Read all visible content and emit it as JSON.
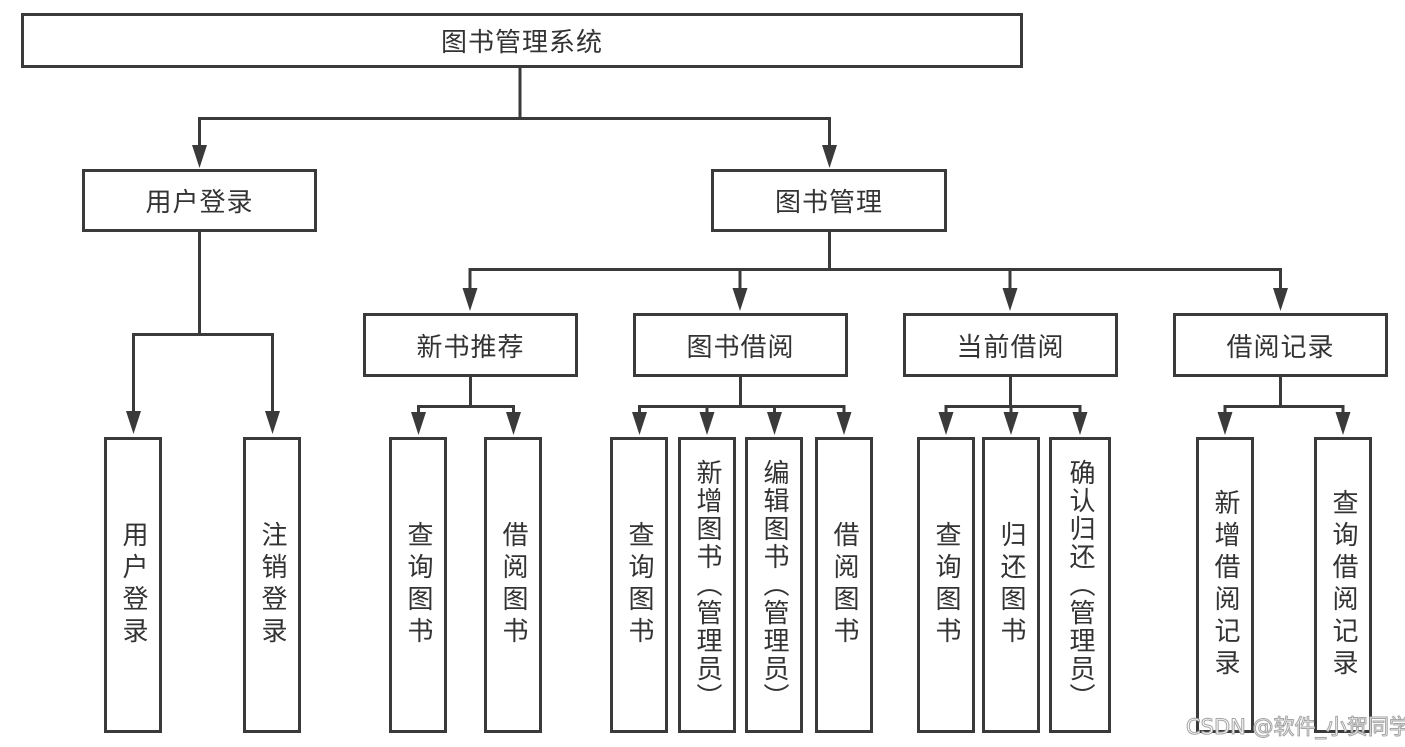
{
  "colors": {
    "line": "#3a3a3a",
    "text": "#333333",
    "background": "#ffffff",
    "watermark_fill": "#ffffff",
    "watermark_stroke": "#a6a6a6"
  },
  "tree": {
    "label": "图书管理系统",
    "children": [
      {
        "label": "用户登录",
        "children": [
          {
            "label": "用户登录"
          },
          {
            "label": "注销登录"
          }
        ]
      },
      {
        "label": "图书管理",
        "children": [
          {
            "label": "新书推荐",
            "children": [
              {
                "label": "查询图书"
              },
              {
                "label": "借阅图书"
              }
            ]
          },
          {
            "label": "图书借阅",
            "children": [
              {
                "label": "查询图书"
              },
              {
                "label": "新增图书（管理员）"
              },
              {
                "label": "编辑图书（管理员）"
              },
              {
                "label": "借阅图书"
              }
            ]
          },
          {
            "label": "当前借阅",
            "children": [
              {
                "label": "查询图书"
              },
              {
                "label": "归还图书"
              },
              {
                "label": "确认归还（管理员）"
              }
            ]
          },
          {
            "label": "借阅记录",
            "children": [
              {
                "label": "新增借阅记录"
              },
              {
                "label": "查询借阅记录"
              }
            ]
          }
        ]
      }
    ]
  },
  "watermark": {
    "text": "CSDN @软件_小贺同学"
  }
}
